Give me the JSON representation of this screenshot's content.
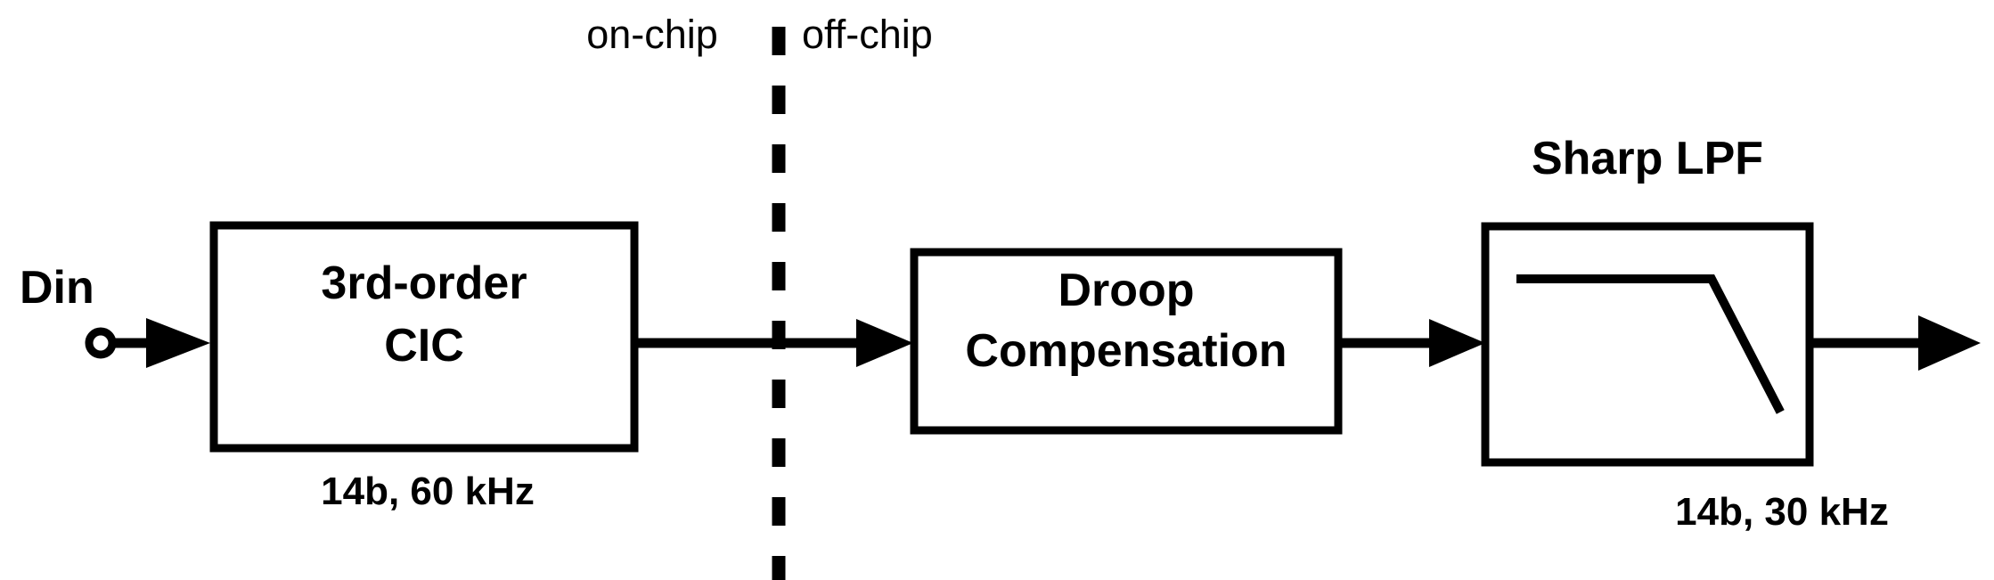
{
  "diagram": {
    "title": "Decimation filter chain block diagram",
    "stroke_color": "#000000",
    "background_color": "#ffffff",
    "input": {
      "label": "Din",
      "terminal_icon": "open-circle-terminal"
    },
    "partition": {
      "left_label": "on-chip",
      "right_label": "off-chip",
      "divider_icon": "vertical-dashed-boundary"
    },
    "blocks": [
      {
        "id": "cic",
        "line1": "3rd-order",
        "line2": "CIC",
        "rate_label": "14b, 60 kHz"
      },
      {
        "id": "droop",
        "line1": "Droop",
        "line2": "Compensation",
        "rate_label": ""
      },
      {
        "id": "lpf",
        "title": "Sharp LPF",
        "icon": "lowpass-response-curve",
        "rate_label": "14b, 30 kHz"
      }
    ],
    "arrows": [
      {
        "id": "din-to-cic",
        "icon": "arrow-right"
      },
      {
        "id": "cic-to-droop",
        "icon": "arrow-right"
      },
      {
        "id": "droop-to-lpf",
        "icon": "arrow-right"
      },
      {
        "id": "lpf-to-output",
        "icon": "arrow-right"
      }
    ]
  }
}
